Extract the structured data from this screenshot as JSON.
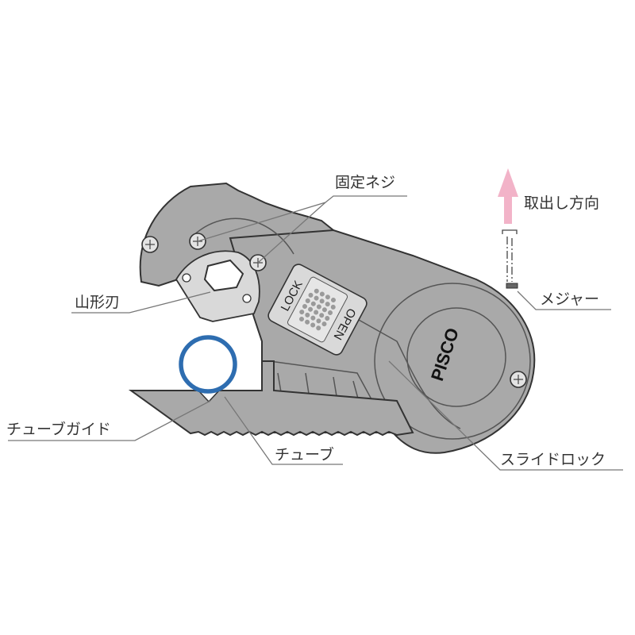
{
  "diagram": {
    "subject": "PISCO tube cutter",
    "brand_logo": "PISCO",
    "slide_lock": {
      "lock_label": "LOCK",
      "open_label": "OPEN"
    },
    "labels": {
      "fixing_screws": "固定ネジ",
      "removal_direction": "取出し方向",
      "measure": "メジャー",
      "chevron_blade": "山形刃",
      "tube_guide": "チューブガイド",
      "tube": "チューブ",
      "slide_lock": "スライドロック"
    },
    "colors": {
      "body": "#a9a9a9",
      "blade": "#d9d9d9",
      "tube_ring": "#2e6db0",
      "arrow": "#f2b3c8",
      "background": "#ffffff"
    }
  }
}
